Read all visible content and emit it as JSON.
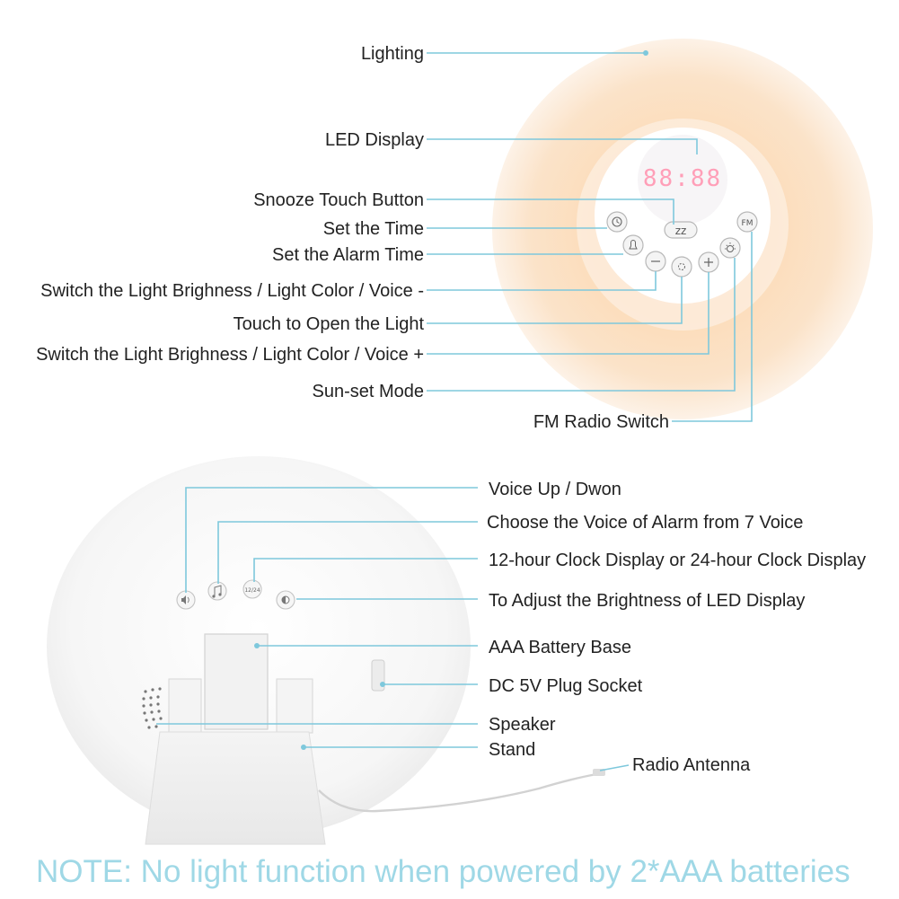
{
  "colors": {
    "leader": "#7ec8dc",
    "note": "#9fd8e6",
    "glow": "#fbd9b3",
    "glow_inner": "#fdf1e6",
    "display_digits": "#ff4d7a"
  },
  "front_labels": {
    "lighting": "Lighting",
    "led_display": "LED Display",
    "snooze": "Snooze Touch Button",
    "set_time": "Set the Time",
    "set_alarm": "Set the Alarm Time",
    "voice_minus": "Switch the Light Brighness / Light Color / Voice -",
    "open_light": "Touch to Open the Light",
    "voice_plus": "Switch the Light Brighness / Light Color / Voice +",
    "sunset": "Sun-set Mode",
    "fm_switch": "FM Radio Switch"
  },
  "back_labels": {
    "voice_updown": "Voice Up / Dwon",
    "choose_voice": "Choose the Voice of Alarm from 7 Voice",
    "clock_display": "12-hour Clock Display or 24-hour Clock Display",
    "led_brightness": "To Adjust the Brightness of LED Display",
    "battery_base": "AAA Battery Base",
    "dc_socket": "DC 5V Plug Socket",
    "speaker": "Speaker",
    "stand": "Stand",
    "antenna": "Radio Antenna"
  },
  "device": {
    "display_digits": "88:88",
    "fm_button": "FM",
    "clock_button": "12/24"
  },
  "note": "NOTE: No light function when powered by 2*AAA batteries"
}
